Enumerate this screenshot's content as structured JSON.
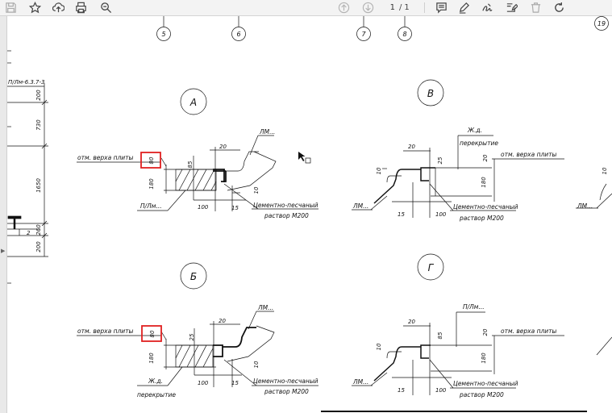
{
  "toolbar": {
    "buttons": [
      "save-icon",
      "bookmark-star-icon",
      "cloud-upload-icon",
      "print-icon",
      "zoom-icon",
      "page-up-icon",
      "page-down-icon",
      "comment-icon",
      "highlight-pen-icon",
      "signature-icon",
      "edit-form-icon",
      "trash-icon",
      "rotate-icon"
    ],
    "page_current": "1",
    "page_separator": "/",
    "page_total": "1"
  },
  "drawing": {
    "axes": {
      "a5": "5",
      "a6": "6",
      "a7": "7",
      "a8": "8",
      "a19": "19"
    },
    "left_strip": {
      "mark": "П/Лм-6.3.7-3",
      "dims": [
        "200",
        "730",
        "1650",
        "260",
        "200"
      ],
      "small": "2"
    },
    "sections": {
      "A": {
        "label": "А",
        "otm": "отм. верха плиты",
        "box": "80",
        "d20": "20",
        "d85": "85",
        "d180": "180",
        "d10": "10",
        "d100": "100",
        "d15": "15",
        "lm": "ЛМ...",
        "plm": "П/Лм...",
        "mortar1": "Цементно-песчаный",
        "mortar2": "раствор М200"
      },
      "V": {
        "label": "В",
        "zhd1": "Ж.д.",
        "zhd2": "перекрытие",
        "otm": "отм. верха плиты",
        "d20": "20",
        "d25": "25",
        "d10": "10",
        "d180": "180",
        "d15": "15",
        "d100": "100",
        "lm": "ЛМ...",
        "mortar1": "Цементно-песчаный",
        "mortar2": "раствор М200"
      },
      "B": {
        "label": "Б",
        "otm": "отм. верха плиты",
        "box": "80",
        "d20": "20",
        "d25": "25",
        "d180": "180",
        "d10": "10",
        "d100": "100",
        "d15": "15",
        "lm": "ЛМ...",
        "zhd1": "Ж.д.",
        "zhd2": "перекрытие",
        "mortar1": "Цементно-песчаный",
        "mortar2": "раствор М200"
      },
      "G": {
        "label": "Г",
        "plm": "П/Лм...",
        "otm": "отм. верха плиты",
        "d20": "20",
        "d85": "85",
        "d10": "10",
        "d180": "180",
        "d15": "15",
        "d100": "100",
        "lm": "ЛМ...",
        "mortar1": "Цементно-песчаный",
        "mortar2": "раствор М200"
      },
      "edge": {
        "lm": "ЛМ...",
        "d10": "10"
      }
    }
  }
}
